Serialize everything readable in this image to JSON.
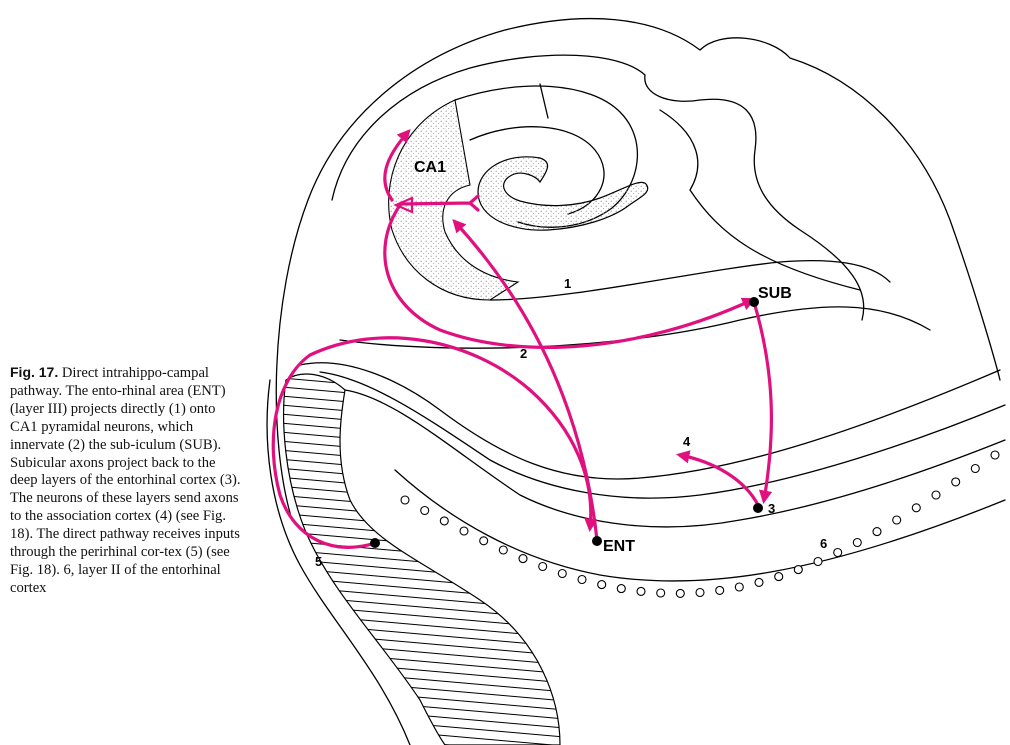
{
  "caption": {
    "fig_label": "Fig. 17.",
    "text": " Direct intrahippo-campal pathway. The ento-rhinal area (ENT) (layer III) projects directly (1) onto CA1 pyramidal neurons, which innervate (2) the sub-iculum (SUB). Subicular axons project back to the deep layers of the entorhinal cortex (3). The neurons of these layers send axons to the association cortex (4) (see Fig. 18). The direct pathway receives inputs through the perirhinal cor-tex (5) (see Fig. 18). 6, layer II of the entorhinal cortex"
  },
  "labels": {
    "ca1": "CA1",
    "sub": "SUB",
    "ent": "ENT",
    "n1": "1",
    "n2": "2",
    "n3": "3",
    "n4": "4",
    "n5": "5",
    "n6": "6"
  },
  "colors": {
    "pathway": "#e0117f",
    "outline": "#000000",
    "stipple": "#9a9a9a"
  }
}
